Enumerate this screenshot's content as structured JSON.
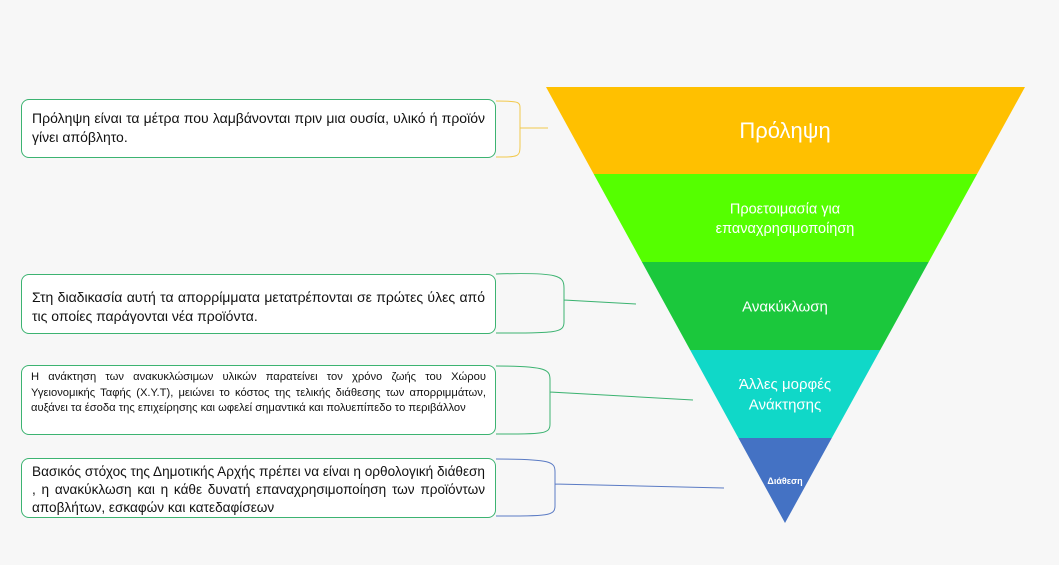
{
  "diagram": {
    "tiers": [
      {
        "lines": [
          "Πρόληψη"
        ],
        "color": "#FFC000"
      },
      {
        "lines": [
          "Προετοιμασία για",
          "επαναχρησιμοποίηση"
        ],
        "color": "#55FF00"
      },
      {
        "lines": [
          "Ανακύκλωση"
        ],
        "color": "#1BC83C"
      },
      {
        "lines": [
          "Άλλες μορφές",
          "Ανάκτησης"
        ],
        "color": "#10D8C8"
      },
      {
        "lines": [
          "Διάθεση"
        ],
        "color": "#4472C4"
      }
    ],
    "notes": [
      {
        "text": "Πρόληψη είναι τα μέτρα που λαμβάνονται πριν μια ουσία, υλικό ή προϊόν γίνει απόβλητο."
      },
      {
        "text": "Στη διαδικασία αυτή τα απορρίμματα μετατρέπονται σε πρώτες ύλες από τις οποίες παράγονται νέα προϊόντα."
      },
      {
        "text": "Η ανάκτηση των ανακυκλώσιμων υλικών παρατείνει τον χρόνο ζωής του Χώρου Υγειονομικής Ταφής (Χ.Υ.Τ), μειώνει το κόστος της τελικής διάθεσης των απορριμμάτων, αυξάνει τα έσοδα της επιχείρησης και ωφελεί σημαντικά και πολυεπίπεδο το περιβάλλον"
      },
      {
        "text": "Βασικός στόχος της Δημοτικής Αρχής πρέπει να είναι η ορθολογική διάθεση , η ανακύκλωση και η κάθε δυνατή επαναχρησιμοποίηση των προϊόντων αποβλήτων, εσκαφών και κατεδαφίσεων"
      }
    ],
    "connector_colors": [
      "#F2C94C",
      "#3CB371",
      "#3CB371",
      "#5B7BC4"
    ]
  }
}
